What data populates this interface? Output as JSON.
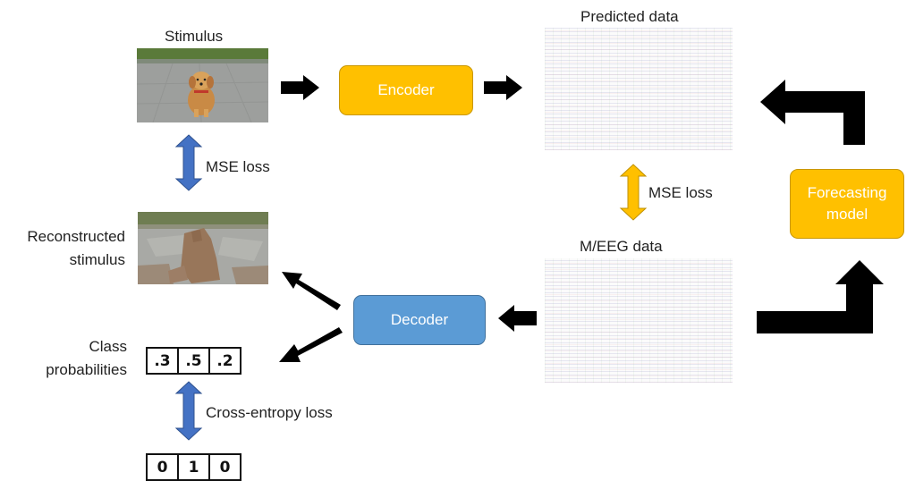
{
  "labels": {
    "stimulus": "Stimulus",
    "predicted_data": "Predicted data",
    "meeg_data": "M/EEG data",
    "mse_loss_left": "MSE loss",
    "mse_loss_right": "MSE loss",
    "reconstructed_line1": "Reconstructed",
    "reconstructed_line2": "stimulus",
    "class_line1": "Class",
    "class_line2": "probabilities",
    "cross_entropy_loss": "Cross-entropy loss"
  },
  "boxes": {
    "encoder": "Encoder",
    "decoder": "Decoder",
    "forecasting_line1": "Forecasting",
    "forecasting_line2": "model"
  },
  "class_probabilities": [
    ".3",
    ".5",
    ".2"
  ],
  "one_hot_target": [
    "0",
    "1",
    "0"
  ],
  "colors": {
    "encoder": "#ffc000",
    "forecasting_model": "#ffc000",
    "decoder": "#5b9bd5",
    "blue_arrow": "#4472c4",
    "yellow_arrow": "#ffc000",
    "black_arrow": "#000000"
  }
}
